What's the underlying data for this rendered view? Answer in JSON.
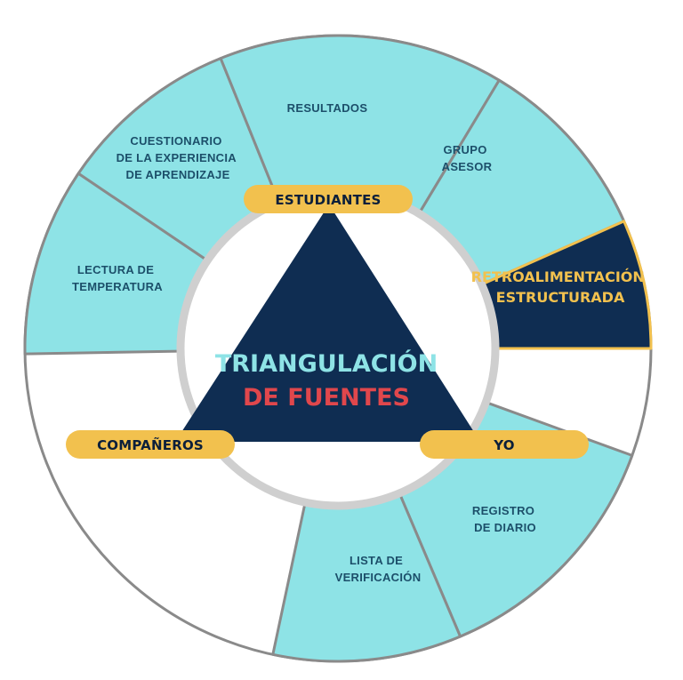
{
  "diagram": {
    "center": {
      "line1": "TRIANGULACIÓN",
      "line2": "DE FUENTES"
    },
    "pills": {
      "estudiantes": "ESTUDIANTES",
      "companeros": "COMPAÑEROS",
      "yo": "YO"
    },
    "segments": {
      "lectura": [
        "LECTURA DE",
        "TEMPERATURA"
      ],
      "cuestionario": [
        "CUESTIONARIO",
        "DE LA EXPERIENCIA",
        "DE APRENDIZAJE"
      ],
      "resultados": [
        "RESULTADOS"
      ],
      "grupo": [
        "GRUPO",
        "ASESOR"
      ],
      "retro": [
        "RETROALIMENTACIÓN",
        "ESTRUCTURADA"
      ],
      "registro": [
        "REGISTRO",
        "DE DIARIO"
      ],
      "lista": [
        "LISTA DE",
        "VERIFICACIÓN"
      ]
    },
    "colors": {
      "segment_fill": "#8ee3e6",
      "segment_stroke": "#8a8a8a",
      "highlight_fill": "#0f2d52",
      "highlight_stroke": "#f2c14e",
      "pill_fill": "#f2c14e",
      "triangle_fill": "#0f2d52",
      "ring_stroke": "#8a8a8a"
    }
  }
}
